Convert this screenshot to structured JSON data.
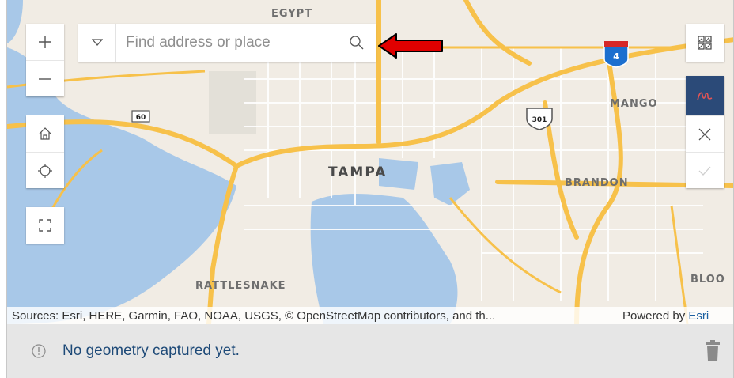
{
  "search": {
    "placeholder": "Find address or place"
  },
  "map": {
    "places": {
      "egypt": "EGYPT",
      "mango": "MANGO",
      "tampa": "TAMPA",
      "brandon": "BRANDON",
      "rattlesnake": "RATTLESNAKE",
      "bloo": "BLOO"
    },
    "shields": {
      "i4": "4",
      "us301": "301",
      "sr60": "60"
    },
    "attribution": {
      "sources": "Sources: Esri, HERE, Garmin, FAO, NOAA, USGS, © OpenStreetMap contributors, and th...",
      "powered_by": "Powered by",
      "esri": "Esri"
    }
  },
  "status": {
    "message": "No geometry captured yet."
  },
  "colors": {
    "water": "#a8c8e8",
    "land": "#f1ece4",
    "highway": "#f7c14a",
    "sketch_active": "#2b4a78",
    "status_text": "#1e4a78",
    "annotation_arrow": "#e00000"
  }
}
